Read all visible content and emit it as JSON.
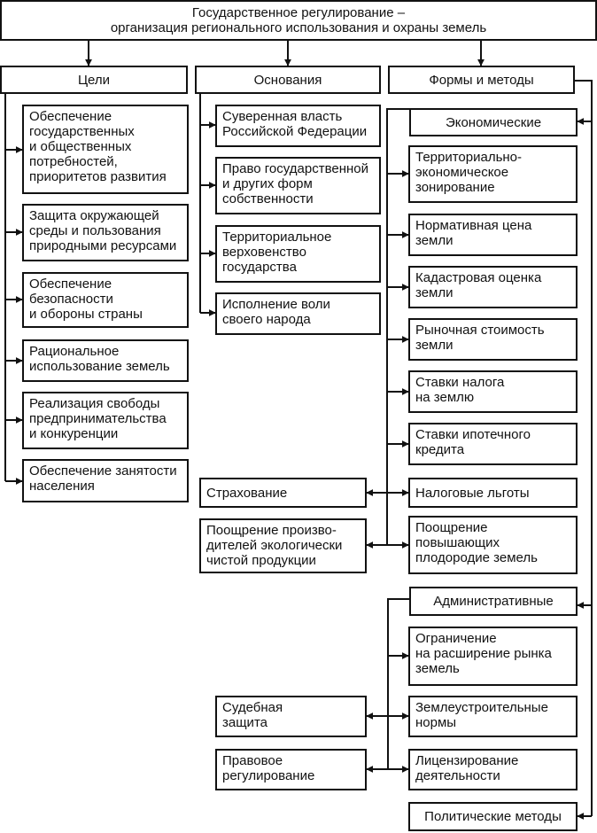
{
  "title": "Государственное регулирование –\nорганизация регионального использования и охраны земель",
  "columns": {
    "goals": "Цели",
    "grounds": "Основания",
    "forms": "Формы и методы"
  },
  "goals": [
    "Обеспечение\nгосударственных\nи общественных\nпотребностей,\nприоритетов развития",
    "Защита окружающей\nсреды и пользования\nприродными ресурсами",
    "Обеспечение\nбезопасности\nи обороны страны",
    "Рациональное\nиспользование земель",
    "Реализация свободы\nпредпринимательства\nи конкуренции",
    "Обеспечение занятости\nнаселения"
  ],
  "grounds": [
    "Суверенная власть\nРоссийской Федерации",
    "Право государственной\nи других форм\nсобственности",
    "Территориальное\nверховенство\nгосударства",
    "Исполнение воли\nсвоего народа"
  ],
  "economic": {
    "label": "Экономические",
    "items": [
      "Территориально-\nэкономическое\nзонирование",
      "Нормативная цена\nземли",
      "Кадастровая оценка\nземли",
      "Рыночная стоимость\nземли",
      "Ставки налога\nна землю",
      "Ставки ипотечного\nкредита",
      "Налоговые льготы",
      "Поощрение\nповышающих\nплодородие земель"
    ],
    "side": [
      "Страхование",
      "Поощрение произво-\nдителей экологически\nчистой продукции"
    ]
  },
  "administrative": {
    "label": "Административные",
    "items": [
      "Ограничение\nна расширение рынка\nземель",
      "Землеустроительные\nнормы",
      "Лицензирование\nдеятельности"
    ],
    "side": [
      "Судебная\nзащита",
      "Правовое\nрегулирование"
    ]
  },
  "political": {
    "label": "Политические методы"
  }
}
